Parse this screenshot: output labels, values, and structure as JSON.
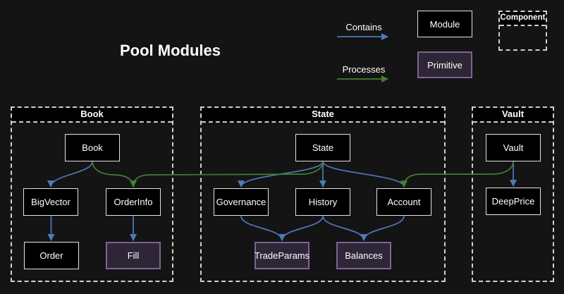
{
  "title": "Pool Modules",
  "legend": {
    "contains": "Contains",
    "processes": "Processes",
    "module": "Module",
    "primitive": "Primitive",
    "component": "Component"
  },
  "colors": {
    "background": "#141414",
    "contains_arrow": "#4e79b8",
    "processes_arrow": "#3f8030",
    "module_fill": "#000000",
    "module_border": "#e3e3e3",
    "primitive_fill": "#2e2637",
    "primitive_border": "#7c6494",
    "dashed_border": "#cfcfcf",
    "text": "#ffffff"
  },
  "groups": {
    "book": {
      "label": "Book"
    },
    "state": {
      "label": "State"
    },
    "vault": {
      "label": "Vault"
    }
  },
  "nodes": {
    "book": {
      "label": "Book",
      "type": "module"
    },
    "bigvector": {
      "label": "BigVector",
      "type": "module"
    },
    "orderinfo": {
      "label": "OrderInfo",
      "type": "module"
    },
    "order": {
      "label": "Order",
      "type": "module"
    },
    "fill": {
      "label": "Fill",
      "type": "primitive"
    },
    "state": {
      "label": "State",
      "type": "module"
    },
    "governance": {
      "label": "Governance",
      "type": "module"
    },
    "history": {
      "label": "History",
      "type": "module"
    },
    "account": {
      "label": "Account",
      "type": "module"
    },
    "tradeparams": {
      "label": "TradeParams",
      "type": "primitive"
    },
    "balances": {
      "label": "Balances",
      "type": "primitive"
    },
    "vault": {
      "label": "Vault",
      "type": "module"
    },
    "deepprice": {
      "label": "DeepPrice",
      "type": "module"
    }
  },
  "edges": [
    {
      "from": "Book",
      "to": "BigVector",
      "type": "contains"
    },
    {
      "from": "Book",
      "to": "OrderInfo",
      "type": "processes"
    },
    {
      "from": "BigVector",
      "to": "Order",
      "type": "contains"
    },
    {
      "from": "OrderInfo",
      "to": "Fill",
      "type": "contains"
    },
    {
      "from": "State",
      "to": "Governance",
      "type": "contains"
    },
    {
      "from": "State",
      "to": "History",
      "type": "contains"
    },
    {
      "from": "State",
      "to": "Account",
      "type": "contains"
    },
    {
      "from": "State",
      "to": "OrderInfo",
      "type": "processes"
    },
    {
      "from": "Governance",
      "to": "TradeParams",
      "type": "contains"
    },
    {
      "from": "History",
      "to": "TradeParams",
      "type": "contains"
    },
    {
      "from": "History",
      "to": "Balances",
      "type": "contains"
    },
    {
      "from": "Account",
      "to": "Balances",
      "type": "contains"
    },
    {
      "from": "Vault",
      "to": "DeepPrice",
      "type": "contains"
    },
    {
      "from": "Vault",
      "to": "Account",
      "type": "processes"
    }
  ]
}
